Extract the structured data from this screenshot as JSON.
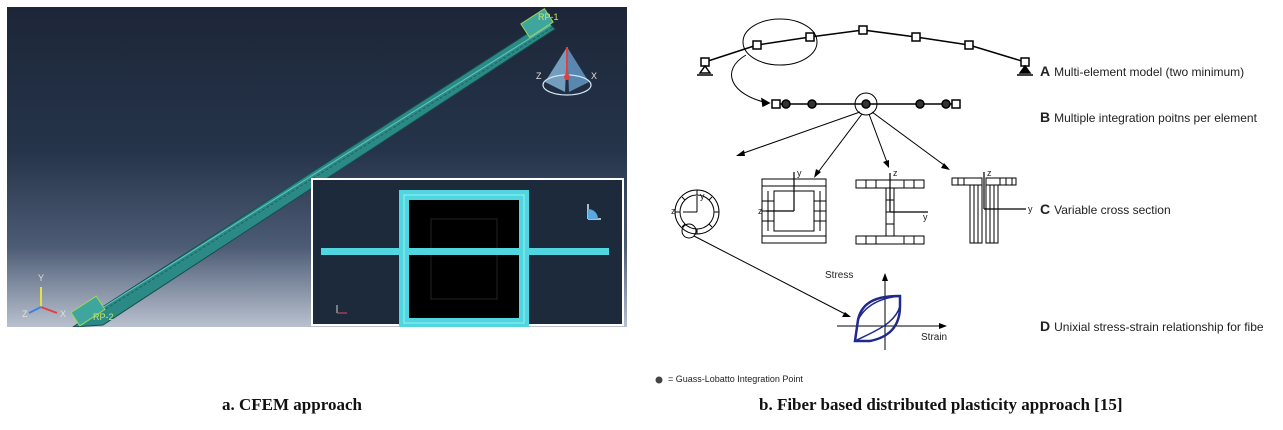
{
  "panel_a": {
    "caption": "a. CFEM approach",
    "rp_top": "RP-1",
    "rp_bottom": "RP-2",
    "triad": {
      "y": "Y",
      "z": "Z",
      "x": "X"
    },
    "triad_top": {
      "z": "Z",
      "x": "X"
    }
  },
  "panel_b": {
    "caption": "b. Fiber based distributed plasticity approach [15]",
    "rows": [
      {
        "letter": "A",
        "text": "Multi-element model (two minimum)"
      },
      {
        "letter": "B",
        "text": "Multiple integration poitns per element"
      },
      {
        "letter": "C",
        "text": "Variable cross section"
      },
      {
        "letter": "D",
        "text": "Unixial stress-strain relationship for fibe"
      }
    ],
    "stress_label": "Stress",
    "strain_label": "Strain",
    "legend": "= Guass-Lobatto Integration Point",
    "axis_labels": {
      "y": "y",
      "z": "z"
    }
  },
  "colors": {
    "beam": "#2f8f8f",
    "section": "#4fd6e0",
    "hysteresis": "#1f2a8c",
    "background_top": "#1d2638",
    "background_bottom": "#b9c1cf"
  }
}
